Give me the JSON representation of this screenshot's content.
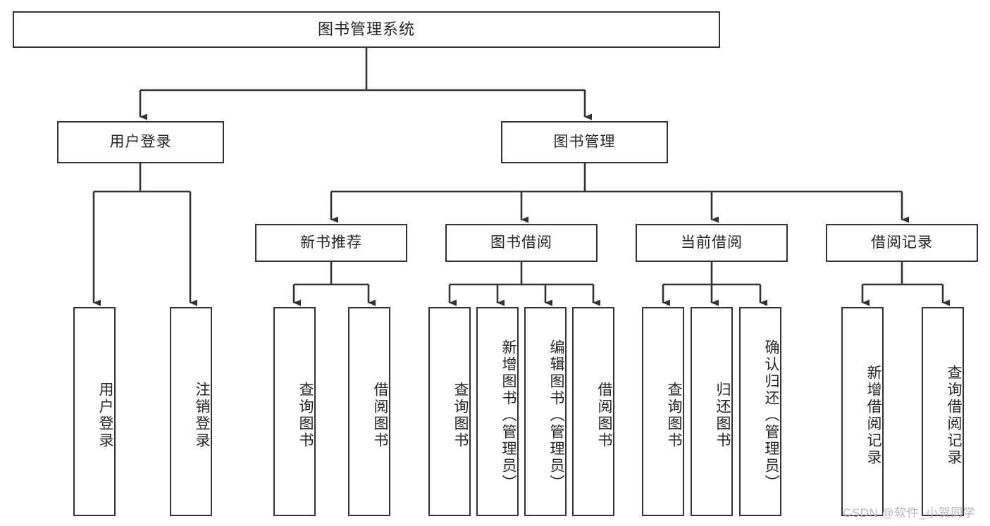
{
  "diagram": {
    "title": "图书管理系统",
    "type": "hierarchy-tree",
    "watermark": "CSDN @软件_小贺同学",
    "colors": {
      "box_border": "#333333",
      "box_fill": "#ffffff",
      "edge": "#333333",
      "text": "#262626",
      "watermark": "#b8b8b8",
      "background": "#ffffff"
    }
  },
  "nodes": {
    "root": {
      "label": "图书管理系统"
    },
    "level2": [
      {
        "id": "user-login",
        "label": "用户登录"
      },
      {
        "id": "book-management",
        "label": "图书管理"
      }
    ],
    "level3": [
      {
        "id": "new-book-recommend",
        "label": "新书推荐"
      },
      {
        "id": "book-borrow",
        "label": "图书借阅"
      },
      {
        "id": "current-borrow",
        "label": "当前借阅"
      },
      {
        "id": "borrow-record",
        "label": "借阅记录"
      }
    ],
    "level4": {
      "user-login": [
        {
          "id": "leaf-user-login",
          "label": "用户登录"
        },
        {
          "id": "leaf-logout-login",
          "label": "注销登录"
        }
      ],
      "new-book-recommend": [
        {
          "id": "leaf-query-book-1",
          "label": "查询图书"
        },
        {
          "id": "leaf-borrow-book-1",
          "label": "借阅图书"
        }
      ],
      "book-borrow": [
        {
          "id": "leaf-query-book-2",
          "label": "查询图书"
        },
        {
          "id": "leaf-add-book",
          "label": "新增图书（管理员）"
        },
        {
          "id": "leaf-edit-book",
          "label": "编辑图书（管理员）"
        },
        {
          "id": "leaf-borrow-book-2",
          "label": "借阅图书"
        }
      ],
      "current-borrow": [
        {
          "id": "leaf-query-book-3",
          "label": "查询图书"
        },
        {
          "id": "leaf-return-book",
          "label": "归还图书"
        },
        {
          "id": "leaf-confirm-return",
          "label": "确认归还（管理员）"
        }
      ],
      "borrow-record": [
        {
          "id": "leaf-add-record",
          "label": "新增借阅记录"
        },
        {
          "id": "leaf-query-record",
          "label": "查询借阅记录"
        }
      ]
    }
  }
}
